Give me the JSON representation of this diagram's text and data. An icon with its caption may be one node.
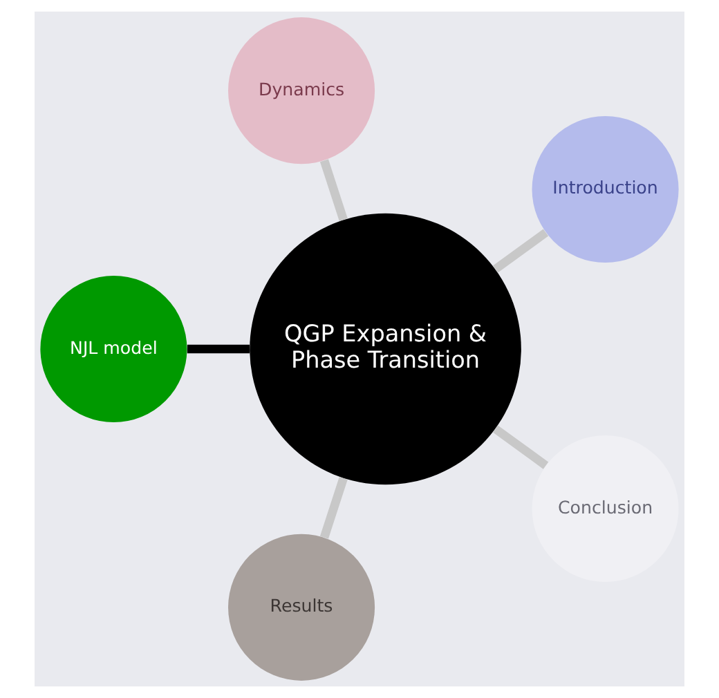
{
  "diagram": {
    "nodes": [
      {
        "text": [
          "QGP Expansion & Phase Transition"
        ]
      },
      {
        "text": [
          "Introduction"
        ]
      },
      {
        "text": [
          "Dynamics"
        ]
      },
      {
        "text": [
          "NJL model"
        ]
      },
      {
        "text": [
          "Results"
        ]
      },
      {
        "text": [
          "Conclusion"
        ]
      }
    ],
    "edges": [
      {
        "from": 0,
        "to": 1,
        "arrow": "none"
      },
      {
        "from": 0,
        "to": 2,
        "arrow": "none"
      },
      {
        "from": 0,
        "to": 3,
        "arrow": "none",
        "color": "#000000"
      },
      {
        "from": 0,
        "to": 4,
        "arrow": "none"
      },
      {
        "from": 0,
        "to": 5,
        "arrow": "none"
      }
    ]
  }
}
